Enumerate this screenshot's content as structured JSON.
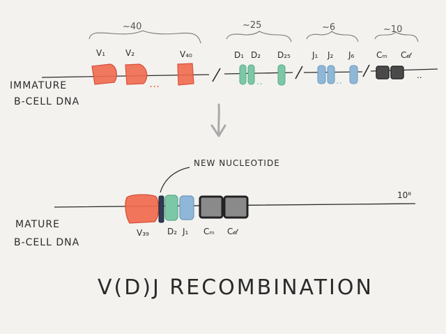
{
  "colors": {
    "v_segment": "#f06a4e",
    "d_segment": "#7cc8a6",
    "j_segment": "#8fb8d8",
    "c_segment": "#8a8a8a",
    "ink": "#2a2a2a",
    "arrow": "#a9a9a9",
    "background": "#f3f2ef"
  },
  "immature": {
    "label_line1": "IMMATURE",
    "label_line2": "B-CELL DNA",
    "groups": {
      "v_count": "~40",
      "d_count": "~25",
      "j_count": "~6",
      "c_count": "~10"
    },
    "segment_labels": {
      "v1": "V₁",
      "v2": "V₂",
      "v40": "V₄₀",
      "d1": "D₁",
      "d2": "D₂",
      "d25": "D₂₅",
      "j1": "J₁",
      "j2": "J₂",
      "j6": "J₆",
      "cm": "Cₘ",
      "cd": "C𝒹"
    },
    "ellipsis_v": "...",
    "ellipsis_d": "..",
    "ellipsis_j": "..",
    "ellipsis_c": ".."
  },
  "mature": {
    "label_line1": "MATURE",
    "label_line2": "B-CELL DNA",
    "annotation": "NEW NUCLEOTIDE",
    "length_label": "10⁸",
    "segment_labels": {
      "v39": "V₃₉",
      "d2": "D₂",
      "j1": "J₁",
      "cm": "Cₘ",
      "cd": "C𝒹"
    }
  },
  "title": "V(D)J RECOMBINATION"
}
